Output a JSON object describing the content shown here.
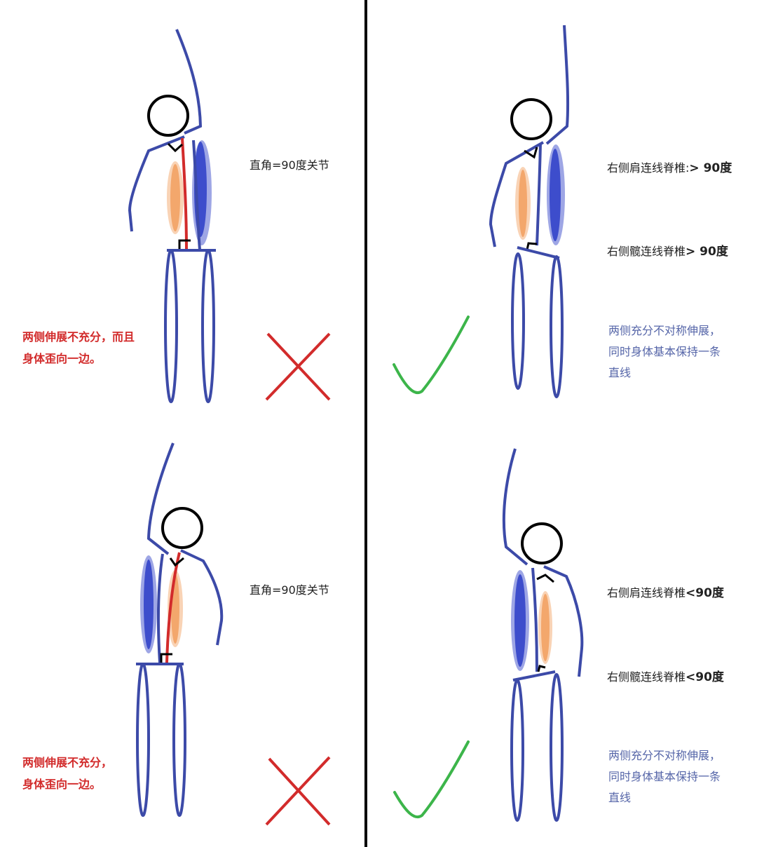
{
  "panels": {
    "top_left": {
      "label": "直角=90度关节",
      "note": [
        "两侧伸展不充分，而且",
        "身体歪向一边。"
      ],
      "verdict": "incorrect-cross"
    },
    "top_right": {
      "shoulder_prefix": "右侧肩连线脊椎:",
      "shoulder_value": "> 90度",
      "hip_prefix": "右侧髋连线脊椎",
      "hip_value": "> 90度",
      "note": [
        "两侧充分不对称伸展，",
        "同时身体基本保持一条",
        "直线"
      ],
      "verdict": "correct-check"
    },
    "bottom_left": {
      "label": "直角=90度关节",
      "note": [
        "两侧伸展不充分，",
        "身体歪向一边。"
      ],
      "verdict": "incorrect-cross"
    },
    "bottom_right": {
      "shoulder_prefix": "右侧肩连线脊椎",
      "shoulder_value": "<90度",
      "hip_prefix": "右侧髋连线脊椎",
      "hip_value": "<90度",
      "note": [
        "两侧充分不对称伸展，",
        "同时身体基本保持一条",
        "直线"
      ],
      "verdict": "correct-check"
    }
  },
  "colors": {
    "body_outline": "#3c4aa8",
    "spine": "#d22b2b",
    "stretch_blue": "#1c2fc4",
    "stretch_orange": "#f08a3c",
    "cross": "#d22b2b",
    "check": "#3cb54a",
    "divider": "#000000"
  }
}
